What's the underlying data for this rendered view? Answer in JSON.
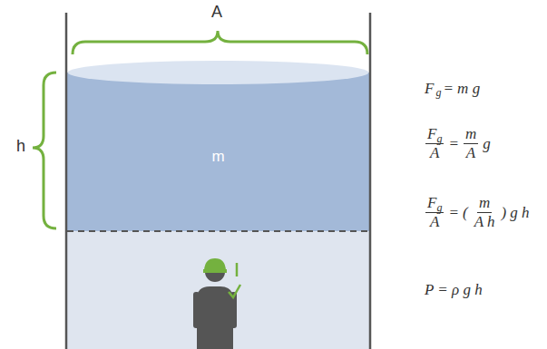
{
  "diagram": {
    "nodes": [
      {
        "text": [
          "m"
        ]
      }
    ],
    "labels": [
      "A",
      "h",
      "F",
      "g",
      "= m g",
      "F",
      "g",
      "A",
      "=",
      "m",
      "A",
      "g",
      "F",
      "g",
      "A",
      "= (",
      "m",
      "A h",
      ")",
      "g h",
      "P = ρ g h"
    ]
  }
}
